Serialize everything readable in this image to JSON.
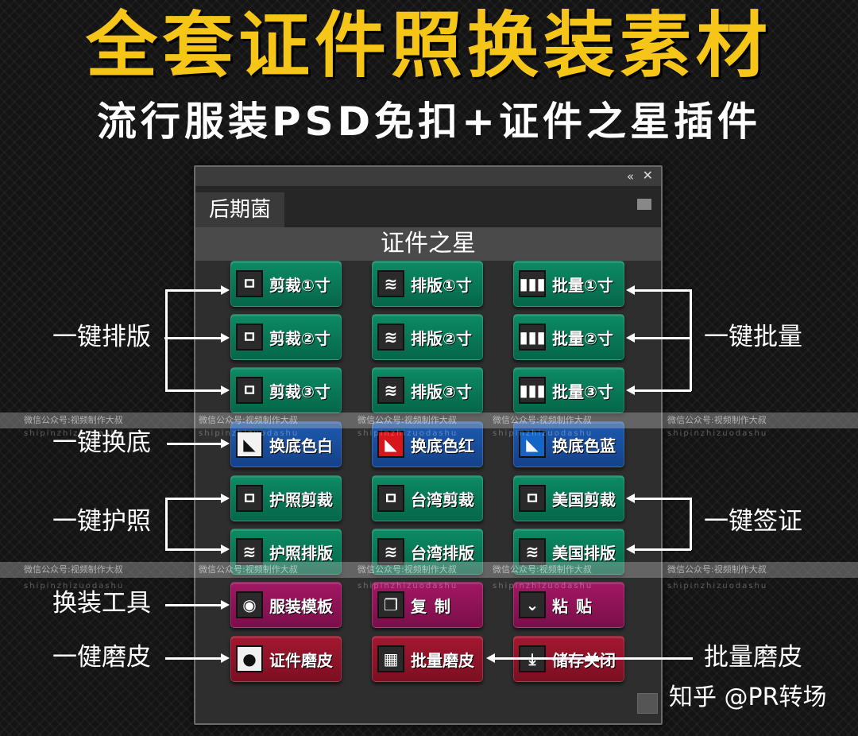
{
  "headline": "全套证件照换装素材",
  "subheadline": "流行服装PSD免扣+证件之星插件",
  "panel": {
    "collapse_icon": "«",
    "close_icon": "✕",
    "tab": "后期菌",
    "title": "证件之星"
  },
  "buttons": {
    "crop1": "剪裁①寸",
    "layout1": "排版①寸",
    "batch1": "批量①寸",
    "crop2": "剪裁②寸",
    "layout2": "排版②寸",
    "batch2": "批量②寸",
    "crop3": "剪裁③寸",
    "layout3": "排版③寸",
    "batch3": "批量③寸",
    "bg_white": "换底色白",
    "bg_red": "换底色红",
    "bg_blue": "换底色蓝",
    "passport_crop": "护照剪裁",
    "taiwan_crop": "台湾剪裁",
    "us_crop": "美国剪裁",
    "passport_layout": "护照排版",
    "taiwan_layout": "台湾排版",
    "us_layout": "美国排版",
    "outfit_template": "服装模板",
    "copy": "复制",
    "paste": "粘贴",
    "id_retouch": "证件磨皮",
    "batch_retouch": "批量磨皮",
    "save_close": "储存关闭"
  },
  "labels": {
    "one_click_layout": "一键排版",
    "one_click_batch": "一键批量",
    "one_click_background": "一键换底",
    "one_click_passport": "一键护照",
    "one_click_visa": "一键签证",
    "outfit_tool": "换装工具",
    "one_click_retouch": "一健磨皮",
    "batch_retouch": "批量磨皮"
  },
  "icons": {
    "crop": "crop-icon",
    "layers": "layers-icon",
    "bars": "bar-chart-icon",
    "photo_white": "white-photo-icon",
    "photo_red": "red-photo-icon",
    "photo_blue": "blue-photo-icon",
    "user_circle": "user-circle-icon",
    "copy": "copy-icon",
    "paste": "paste-icon",
    "portrait": "portrait-icon",
    "grid": "grid-icon",
    "download": "download-icon"
  },
  "colors": {
    "headline": "#f5c518",
    "green_button": "#0a7a58",
    "blue_button": "#1a4f9c",
    "magenta_button": "#8e1356",
    "red_button": "#8f1428"
  },
  "watermark": {
    "text": "微信公众号:视频制作大叔",
    "sub": "shipinzhizuodashu"
  },
  "credit": "知乎 @PR转场"
}
